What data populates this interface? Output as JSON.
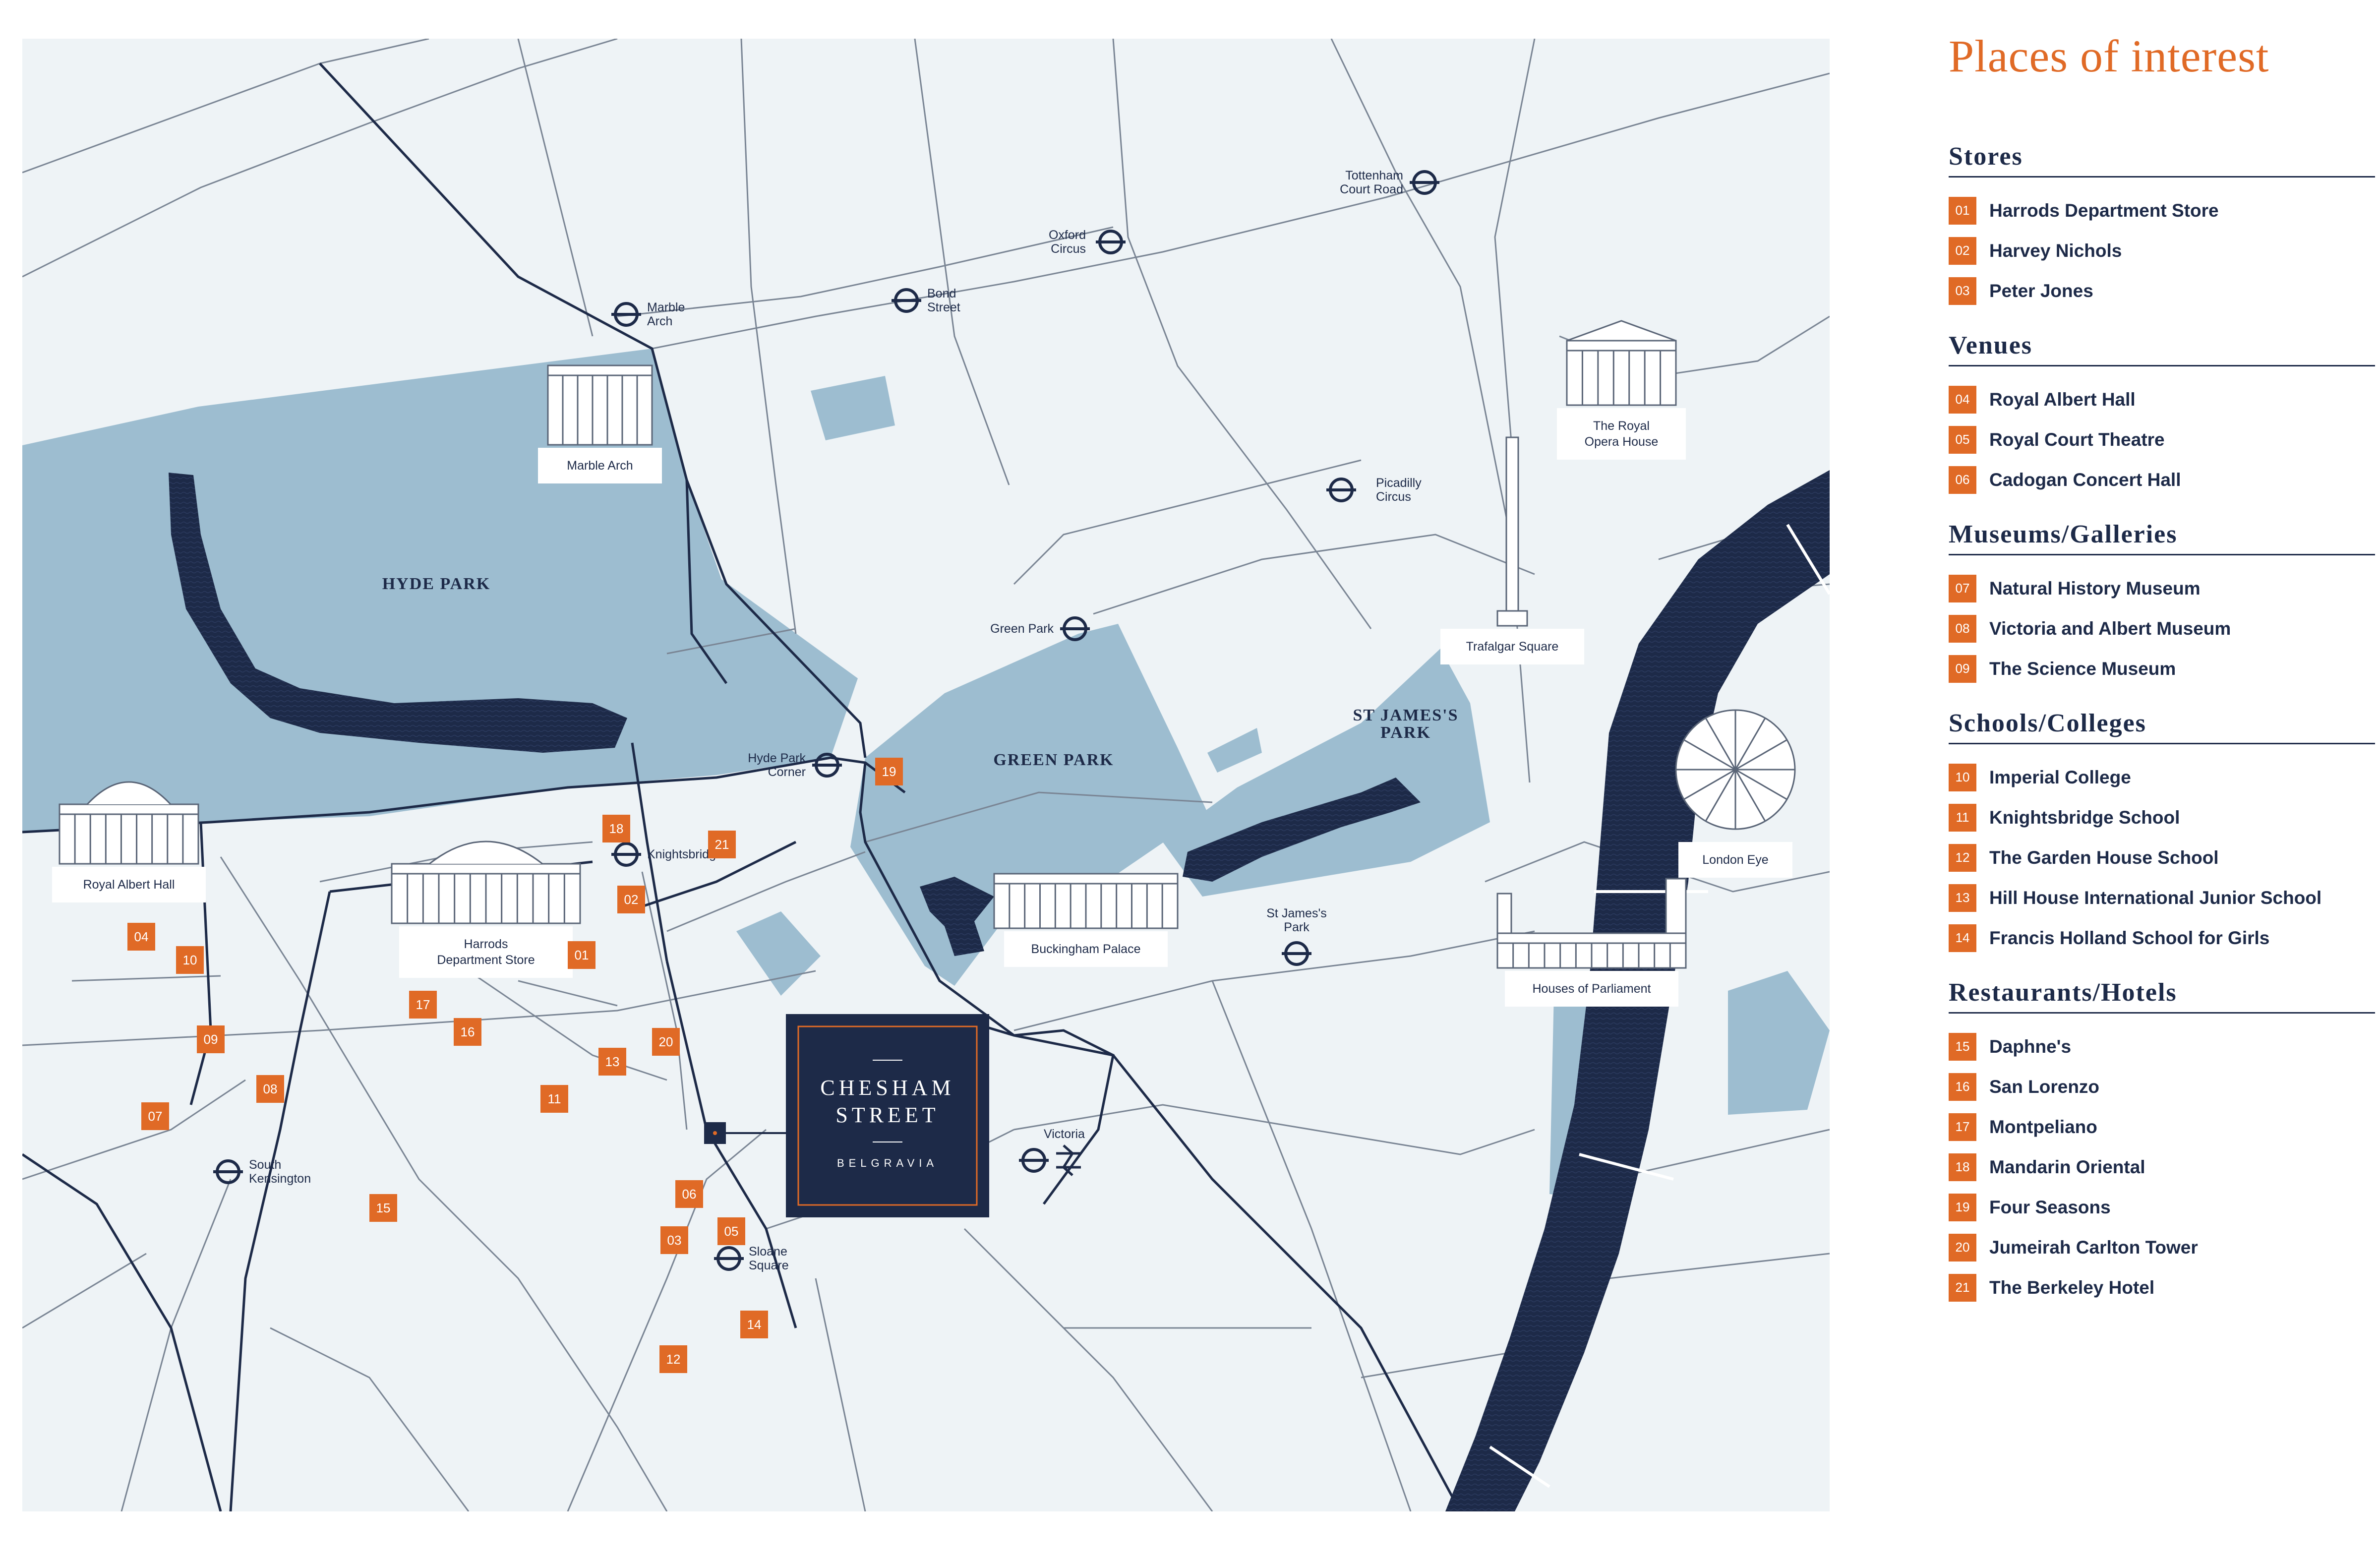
{
  "colors": {
    "land": "#eef3f6",
    "park": "#9dbdd0",
    "water": "#1d2a48",
    "road": "#7a8594",
    "accent": "#e06a26",
    "navy": "#1d2a48"
  },
  "legend": {
    "title": "Places of interest",
    "categories": [
      {
        "name": "Stores",
        "items": [
          {
            "num": "01",
            "label": "Harrods Department Store"
          },
          {
            "num": "02",
            "label": "Harvey Nichols"
          },
          {
            "num": "03",
            "label": "Peter Jones"
          }
        ]
      },
      {
        "name": "Venues",
        "items": [
          {
            "num": "04",
            "label": "Royal Albert Hall"
          },
          {
            "num": "05",
            "label": "Royal Court Theatre"
          },
          {
            "num": "06",
            "label": "Cadogan Concert Hall"
          }
        ]
      },
      {
        "name": "Museums/Galleries",
        "items": [
          {
            "num": "07",
            "label": "Natural History Museum"
          },
          {
            "num": "08",
            "label": "Victoria and Albert Museum"
          },
          {
            "num": "09",
            "label": "The Science Museum"
          }
        ]
      },
      {
        "name": "Schools/Colleges",
        "items": [
          {
            "num": "10",
            "label": "Imperial College"
          },
          {
            "num": "11",
            "label": "Knightsbridge School"
          },
          {
            "num": "12",
            "label": "The Garden House School"
          },
          {
            "num": "13",
            "label": "Hill House International Junior School"
          },
          {
            "num": "14",
            "label": "Francis Holland School for Girls"
          }
        ]
      },
      {
        "name": "Restaurants/Hotels",
        "items": [
          {
            "num": "15",
            "label": "Daphne's"
          },
          {
            "num": "16",
            "label": "San Lorenzo"
          },
          {
            "num": "17",
            "label": "Montpeliano"
          },
          {
            "num": "18",
            "label": "Mandarin Oriental"
          },
          {
            "num": "19",
            "label": "Four Seasons"
          },
          {
            "num": "20",
            "label": "Jumeirah Carlton Tower"
          },
          {
            "num": "21",
            "label": "The Berkeley Hotel"
          }
        ]
      }
    ]
  },
  "map": {
    "parks": {
      "hyde_park": "HYDE PARK",
      "green_park": "GREEN PARK",
      "st_james_park_line1": "ST JAMES'S",
      "st_james_park_line2": "PARK"
    },
    "stations": {
      "marble_arch": [
        "Marble",
        "Arch"
      ],
      "bond_street": [
        "Bond",
        "Street"
      ],
      "oxford_circus": [
        "Oxford",
        "Circus"
      ],
      "tottenham_court_road": [
        "Tottenham",
        "Court Road"
      ],
      "picadilly_circus": [
        "Picadilly",
        "Circus"
      ],
      "green_park": [
        "Green Park"
      ],
      "hyde_park_corner": [
        "Hyde Park",
        "Corner"
      ],
      "knightsbridge": [
        "Knightsbridge"
      ],
      "st_jamess_park": [
        "St James's",
        "Park"
      ],
      "victoria": [
        "Victoria"
      ],
      "sloane_square": [
        "Sloane",
        "Square"
      ],
      "south_kensington": [
        "South",
        "Kensington"
      ]
    },
    "landmarks": {
      "marble_arch": [
        "Marble Arch"
      ],
      "royal_opera_house": [
        "The Royal",
        "Opera House"
      ],
      "trafalgar_square": [
        "Trafalgar Square"
      ],
      "london_eye": [
        "London Eye"
      ],
      "royal_albert_hall": [
        "Royal Albert Hall"
      ],
      "harrods": [
        "Harrods",
        "Department Store"
      ],
      "buckingham_palace": [
        "Buckingham Palace"
      ],
      "houses_of_parliament": [
        "Houses of Parliament"
      ]
    },
    "featured": {
      "line1": "CHESHAM",
      "line2": "STREET",
      "sub": "BELGRAVIA"
    },
    "markers": [
      "01",
      "02",
      "03",
      "04",
      "05",
      "06",
      "07",
      "08",
      "09",
      "10",
      "11",
      "12",
      "13",
      "14",
      "15",
      "16",
      "17",
      "18",
      "19",
      "20",
      "21"
    ]
  }
}
